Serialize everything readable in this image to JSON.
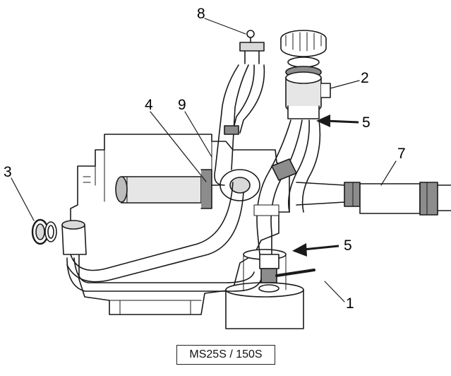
{
  "callouts": [
    {
      "id": "1",
      "label": "1"
    },
    {
      "id": "2",
      "label": "2"
    },
    {
      "id": "3",
      "label": "3"
    },
    {
      "id": "4",
      "label": "4"
    },
    {
      "id": "5a",
      "label": "5"
    },
    {
      "id": "5b",
      "label": "5"
    },
    {
      "id": "7",
      "label": "7"
    },
    {
      "id": "8",
      "label": "8"
    },
    {
      "id": "9",
      "label": "9"
    }
  ],
  "caption": "MS25S / 150S",
  "colors": {
    "line": "#1a1a1a",
    "shade": "#d9d9d9",
    "dark": "#8c8c8c",
    "background": "#ffffff"
  }
}
